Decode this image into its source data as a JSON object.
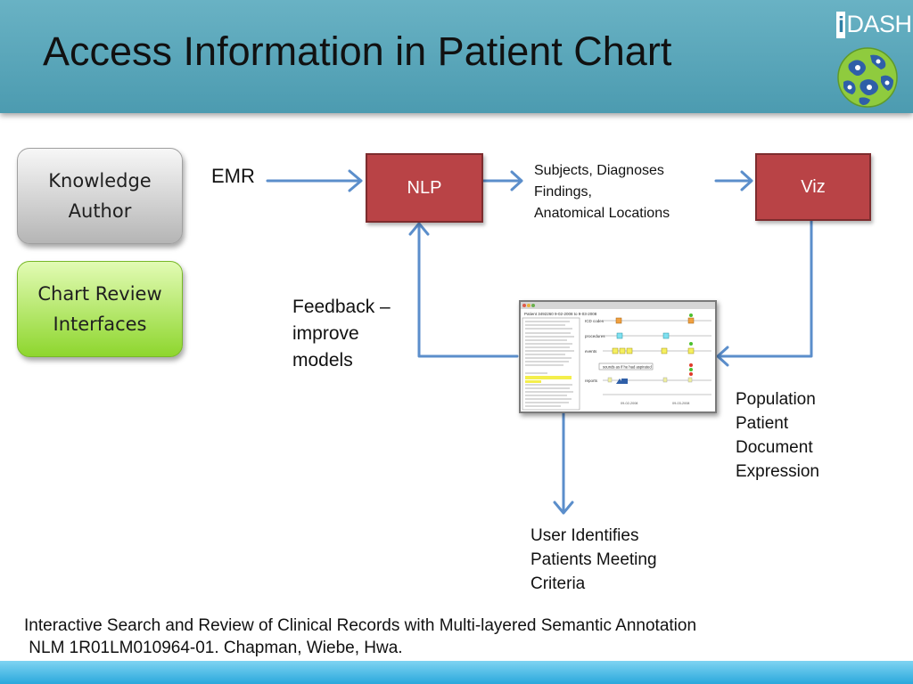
{
  "header": {
    "title": "Access Information in Patient Chart",
    "logo_text": "DASH",
    "logo_i": "i"
  },
  "sidebar": {
    "knowledge_author": [
      "Knowledge",
      "Author"
    ],
    "chart_review": [
      "Chart Review",
      "Interfaces"
    ]
  },
  "diagram": {
    "emr": "EMR",
    "nlp": "NLP",
    "viz": "Viz",
    "subjects": [
      "Subjects, Diagnoses",
      "Findings,",
      "Anatomical Locations"
    ],
    "feedback": [
      "Feedback –",
      "improve",
      "models"
    ],
    "population": [
      "Population",
      "Patient",
      "Document",
      "Expression"
    ],
    "user": [
      "User Identifies",
      "Patients Meeting",
      "Criteria"
    ]
  },
  "screenshot": {
    "title": "Patient 3492260   9-02-2008 to 9-03-2008",
    "rows": [
      "ICD codes",
      "procedures",
      "events",
      "reports"
    ],
    "note": "sounds as if he had aspirated",
    "dates": [
      "09-02-2008",
      "09-03-2008"
    ]
  },
  "citation": [
    "Interactive Search and Review of Clinical Records with Multi-layered Semantic Annotation",
    " NLM 1R01LM010964-01. Chapman, Wiebe, Hwa."
  ],
  "colors": {
    "header": "#5aa7bb",
    "box_red": "#b94346",
    "arrow": "#5b8ecb",
    "green_button": "#a6e34a"
  }
}
